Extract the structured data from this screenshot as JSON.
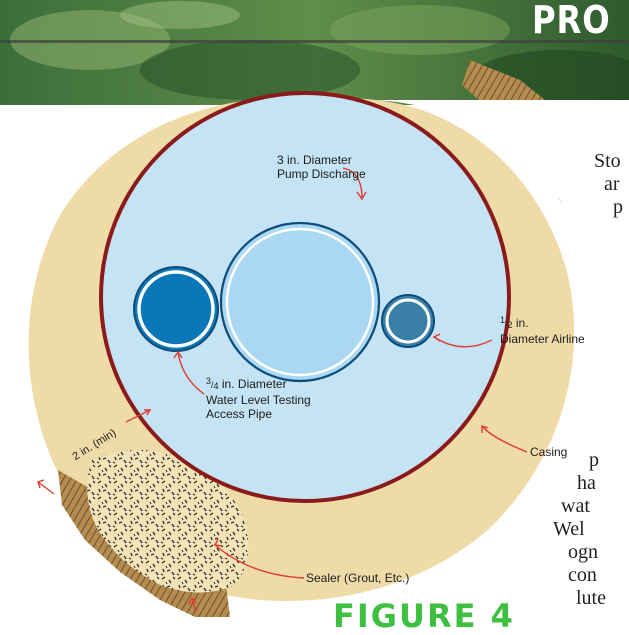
{
  "banner": {
    "title": "PRO"
  },
  "figure_label": "FIGURE 4",
  "diagram": {
    "pump_discharge_label": [
      "3 in. Diameter",
      "Pump Discharge"
    ],
    "airline_label": {
      "num": "1",
      "den": "2",
      "line1": "in.",
      "line2": "Diameter Airline"
    },
    "access_pipe_label": {
      "num": "3",
      "den": "4",
      "line1": "in. Diameter",
      "line2": "Water Level Testing",
      "line3": "Access Pipe"
    },
    "casing_label": "Casing",
    "sealer_label": "Sealer (Grout, Etc.)",
    "gap_label": "2 in. (min)"
  },
  "article_fragments": [
    "Sto",
    "ar",
    "p",
    "p",
    "ha",
    "wat",
    "Wel",
    "ogn",
    "con",
    "lute"
  ],
  "colors": {
    "sand": "#eedba8",
    "water": "#c4e4f5",
    "casing": "#8b1a1a",
    "pump_pipe": "#aad8f2",
    "access_pipe": "#0a78b8",
    "airline": "#3a7fa8",
    "arrow": "#e23b2e",
    "rock": "#b48c50",
    "rock_dark": "#6b4e2a"
  }
}
